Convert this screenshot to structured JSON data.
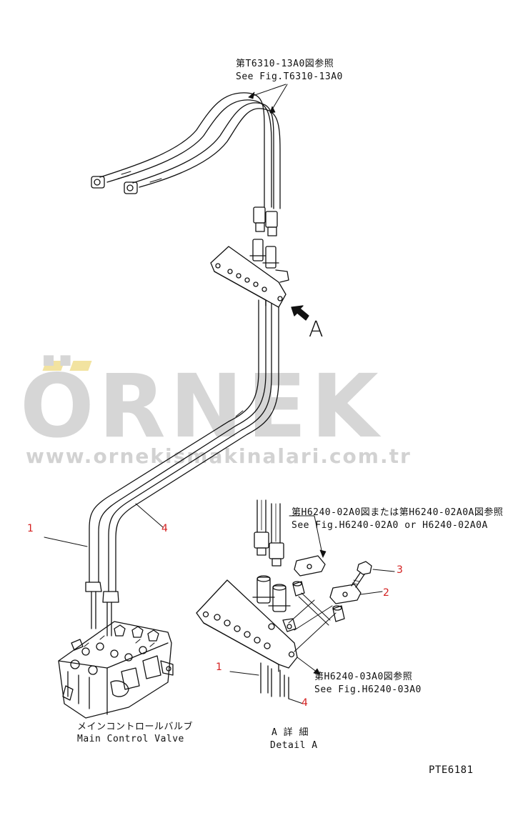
{
  "watermark": {
    "brand": "ÖRNEK",
    "url": "www.ornekismakinalari.com.tr",
    "accent_color": "#f2e3a0",
    "text_color": "#d6d6d6"
  },
  "refs": {
    "top_jp": "第T6310-13A0図参照",
    "top_en": "See Fig.T6310-13A0",
    "mid_jp": "第H6240-02A0図または第H6240-02A0A図参照",
    "mid_en": "See Fig.H6240-02A0  or  H6240-02A0A",
    "low_jp": "第H6240-03A0図参照",
    "low_en": "See Fig.H6240-03A0"
  },
  "view_letter": "A",
  "part_numbers": {
    "n1_main": "1",
    "n4_main": "4",
    "n3": "3",
    "n2": "2",
    "n1_detail": "1",
    "n4_detail": "4"
  },
  "captions": {
    "valve_jp": "メインコントロールバルブ",
    "valve_en": "Main Control Valve",
    "detail_jp": "A 詳 細",
    "detail_en": "Detail A"
  },
  "drawing_code": "PTE6181",
  "colors": {
    "line": "#111111",
    "callout_number": "#d42020"
  }
}
